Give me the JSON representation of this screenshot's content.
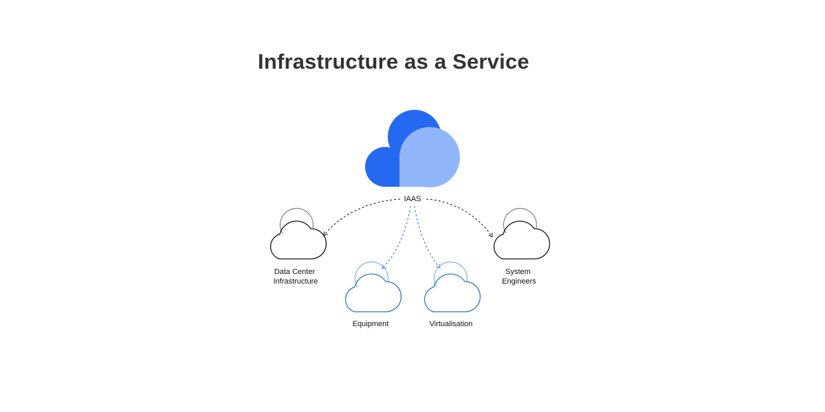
{
  "title": "Infrastructure as a Service",
  "colors": {
    "primary_blue": "#2669f1",
    "light_blue": "#90b5fa",
    "outline_blue": "#2f74c6",
    "outline_light_blue": "#8eb4e3",
    "outline_black": "#111111",
    "outline_gray": "#8a8a8a"
  },
  "diagram": {
    "center": {
      "icon": "cloud-icon",
      "label": "IAAS"
    },
    "nodes": [
      {
        "id": "data-center",
        "icon": "cloud-outline-icon",
        "label_lines": [
          "Data Center",
          "Infrastructure"
        ]
      },
      {
        "id": "equipment",
        "icon": "cloud-outline-icon",
        "label_lines": [
          "Equipment"
        ]
      },
      {
        "id": "virtualisation",
        "icon": "cloud-outline-icon",
        "label_lines": [
          "Virtualisation"
        ]
      },
      {
        "id": "system-engineers",
        "icon": "cloud-outline-icon",
        "label_lines": [
          "System",
          "Engineers"
        ]
      }
    ],
    "edges": [
      {
        "from": "IAAS",
        "to": "data-center",
        "style": "dashed"
      },
      {
        "from": "IAAS",
        "to": "equipment",
        "style": "dashed"
      },
      {
        "from": "IAAS",
        "to": "virtualisation",
        "style": "dashed"
      },
      {
        "from": "IAAS",
        "to": "system-engineers",
        "style": "dashed"
      }
    ]
  }
}
